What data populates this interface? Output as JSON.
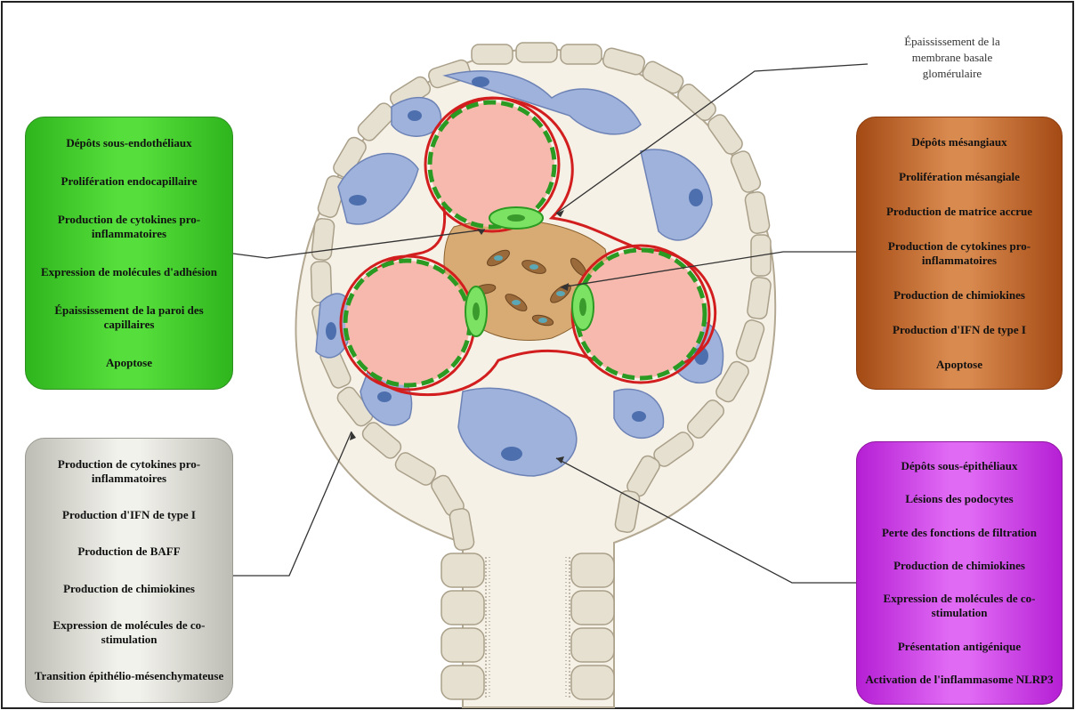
{
  "callout_top": {
    "lines": [
      "Épaississement de la",
      "membrane basale",
      "glomérulaire"
    ]
  },
  "boxes": {
    "endothelial": {
      "color": "#3cc42a",
      "items": [
        "Dépôts sous-endothéliaux",
        "Prolifération endocapillaire",
        "Production de cytokines pro-inflammatoires",
        "Expression de molécules d'adhésion",
        "Épaississement de la paroi des capillaires",
        "Apoptose"
      ]
    },
    "mesangial": {
      "color": "#c0651f",
      "items": [
        "Dépôts mésangiaux",
        "Prolifération mésangiale",
        "Production de matrice accrue",
        "Production de cytokines pro-inflammatoires",
        "Production de chimiokines",
        "Production d'IFN de type I",
        "Apoptose"
      ]
    },
    "parietal": {
      "color": "#d9d9d2",
      "items": [
        "Production de cytokines pro-inflammatoires",
        "Production d'IFN de type I",
        "Production de BAFF",
        "Production de chimiokines",
        "Expression de molécules de co-stimulation",
        "Transition épithélio-mésenchymateuse"
      ]
    },
    "podocyte": {
      "color": "#cc42e6",
      "items": [
        "Dépôts sous-épithéliaux",
        "Lésions des podocytes",
        "Perte des fonctions de filtration",
        "Production de chimiokines",
        "Expression de molécules de co-stimulation",
        "Présentation antigénique",
        "Activation de l'inflammasome NLRP3"
      ]
    }
  },
  "colors": {
    "capillary_fill": "#f7b9ae",
    "basement_membrane": "#d21e1e",
    "endothelium": "#63d84b",
    "podocyte": "#8fa6d3",
    "epithelial_cell": "#e9e4d7",
    "mesangial": "#c69358",
    "capsule_space": "#f8f4ec"
  }
}
